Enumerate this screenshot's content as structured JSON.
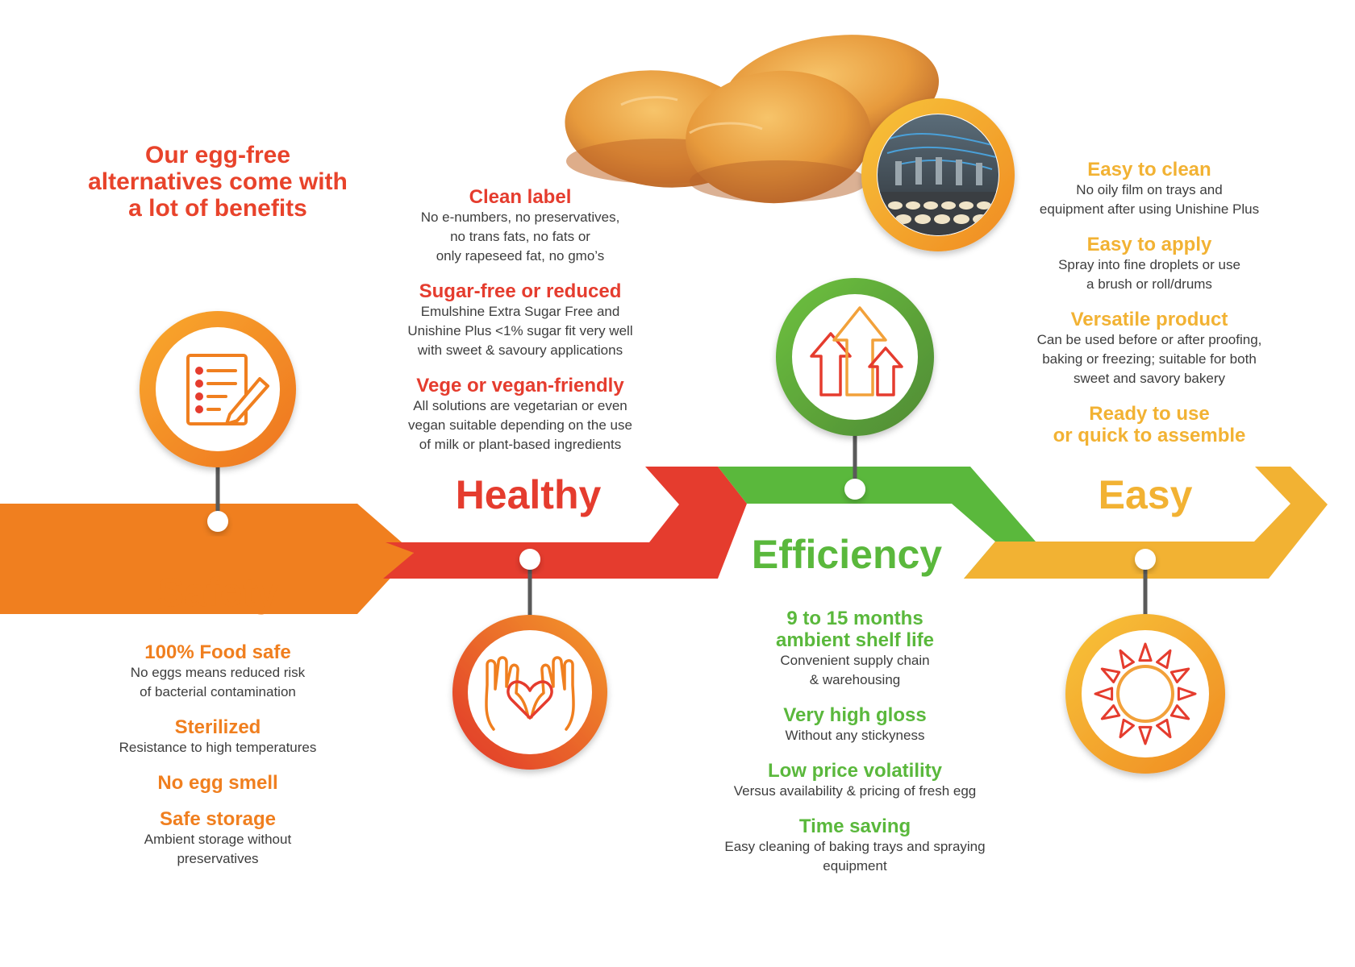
{
  "headline": "Our egg-free\nalternatives come with\na lot of benefits",
  "colors": {
    "safety": "#f07f1f",
    "healthy": "#e53c2e",
    "efficiency": "#5ab83c",
    "easy": "#f2b233",
    "text": "#3d3d3d"
  },
  "stages": {
    "safety": {
      "title": "Safety",
      "icon": "checklist-pencil-icon",
      "items": [
        {
          "title": "100% Food safe",
          "desc": "No eggs means reduced risk\nof bacterial contamination"
        },
        {
          "title": "Sterilized",
          "desc": "Resistance to high temperatures"
        },
        {
          "title": "No egg smell",
          "desc": ""
        },
        {
          "title": "Safe storage",
          "desc": "Ambient storage without\npreservatives"
        }
      ]
    },
    "healthy": {
      "title": "Healthy",
      "icon": "hands-heart-icon",
      "items": [
        {
          "title": "Clean label",
          "desc": "No e-numbers, no preservatives,\nno trans fats, no fats or\nonly rapeseed fat, no gmo’s"
        },
        {
          "title": "Sugar-free or reduced",
          "desc": "Emulshine Extra Sugar Free and\nUnishine Plus <1% sugar fit very well\nwith sweet & savoury applications"
        },
        {
          "title": "Vege or vegan-friendly",
          "desc": "All solutions are vegetarian or even\nvegan suitable depending on the use\nof milk or plant-based ingredients"
        }
      ]
    },
    "efficiency": {
      "title": "Efficiency",
      "icon": "growth-arrows-icon",
      "items": [
        {
          "title": "9 to 15 months\nambient shelf life",
          "desc": "Convenient supply chain\n& warehousing"
        },
        {
          "title": "Very high gloss",
          "desc": "Without any stickyness"
        },
        {
          "title": "Low price volatility",
          "desc": "Versus availability & pricing of fresh egg"
        },
        {
          "title": "Time saving",
          "desc": "Easy cleaning of baking trays and spraying\nequipment"
        }
      ]
    },
    "easy": {
      "title": "Easy",
      "icon": "sun-icon",
      "items": [
        {
          "title": "Easy to clean",
          "desc": "No oily film on trays and\nequipment after using Unishine Plus"
        },
        {
          "title": "Easy to apply",
          "desc": "Spray into fine droplets or use\na brush or roll/drums"
        },
        {
          "title": "Versatile product",
          "desc": "Can be used before or after proofing,\nbaking or freezing; suitable for both\nsweet and savory bakery"
        },
        {
          "title": "Ready to use\nor quick to assemble",
          "desc": ""
        }
      ]
    }
  }
}
